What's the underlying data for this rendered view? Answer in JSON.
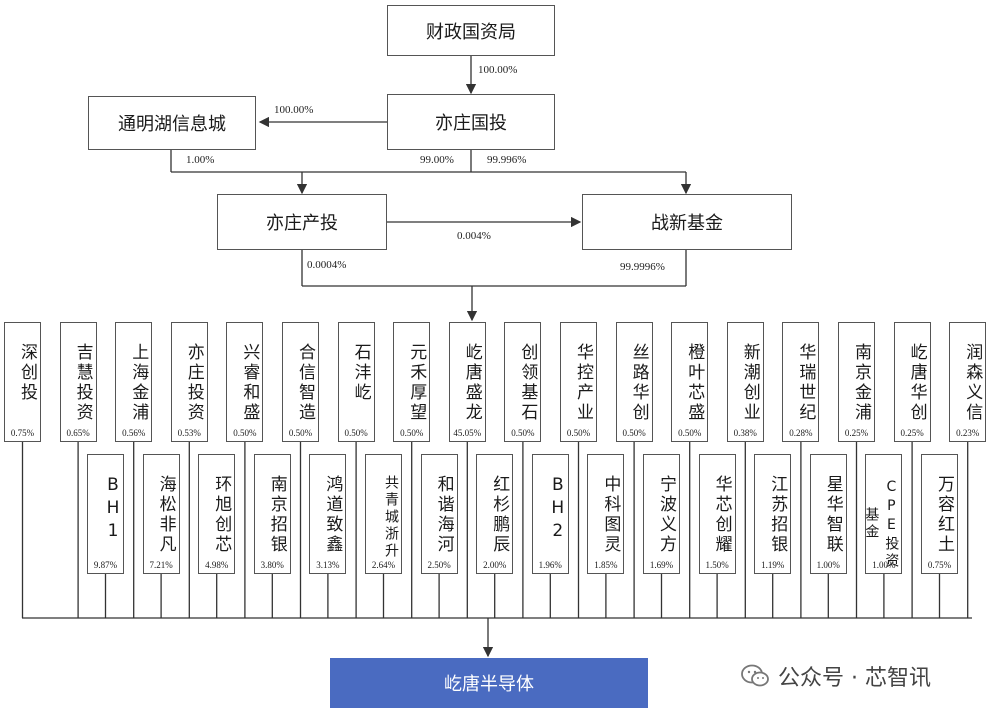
{
  "top": {
    "finance_bureau": "财政国资局",
    "yizhuang_guotou": "亦庄国投",
    "tongminghu": "通明湖信息城",
    "yizhuang_chantou": "亦庄产投",
    "zhanxin_fund": "战新基金"
  },
  "edge_labels": {
    "finance_to_guotou": "100.00%",
    "guotou_to_tongminghu": "100.00%",
    "tongminghu_share": "1.00%",
    "guotou_to_chantou": "99.00%",
    "guotou_to_zhanxin": "99.996%",
    "chantou_to_zhanxin": "0.004%",
    "chantou_share": "0.0004%",
    "zhanxin_share": "99.9996%"
  },
  "upper_row": [
    {
      "name": "深创投",
      "pct": "0.75%"
    },
    {
      "name": "吉慧投资",
      "pct": "0.65%"
    },
    {
      "name": "上海金浦",
      "pct": "0.56%"
    },
    {
      "name": "亦庄投资",
      "pct": "0.53%"
    },
    {
      "name": "兴睿和盛",
      "pct": "0.50%"
    },
    {
      "name": "合信智造",
      "pct": "0.50%"
    },
    {
      "name": "石沣屹",
      "pct": "0.50%"
    },
    {
      "name": "元禾厚望",
      "pct": "0.50%"
    },
    {
      "name": "屹唐盛龙",
      "pct": "45.05%"
    },
    {
      "name": "创领基石",
      "pct": "0.50%"
    },
    {
      "name": "华控产业",
      "pct": "0.50%"
    },
    {
      "name": "丝路华创",
      "pct": "0.50%"
    },
    {
      "name": "橙叶芯盛",
      "pct": "0.50%"
    },
    {
      "name": "新潮创业",
      "pct": "0.38%"
    },
    {
      "name": "华瑞世纪",
      "pct": "0.28%"
    },
    {
      "name": "南京金浦",
      "pct": "0.25%"
    },
    {
      "name": "屹唐华创",
      "pct": "0.25%"
    },
    {
      "name": "润森义信",
      "pct": "0.23%"
    }
  ],
  "lower_row": [
    {
      "name": "BH1",
      "pct": "9.87%"
    },
    {
      "name": "海松非凡",
      "pct": "7.21%"
    },
    {
      "name": "环旭创芯",
      "pct": "4.98%"
    },
    {
      "name": "南京招银",
      "pct": "3.80%"
    },
    {
      "name": "鸿道致鑫",
      "pct": "3.13%"
    },
    {
      "name": "共青城浙升",
      "pct": "2.64%"
    },
    {
      "name": "和谐海河",
      "pct": "2.50%"
    },
    {
      "name": "红杉鹏辰",
      "pct": "2.00%"
    },
    {
      "name": "BH2",
      "pct": "1.96%"
    },
    {
      "name": "中科图灵",
      "pct": "1.85%"
    },
    {
      "name": "宁波义方",
      "pct": "1.69%"
    },
    {
      "name": "华芯创耀",
      "pct": "1.50%"
    },
    {
      "name": "江苏招银",
      "pct": "1.19%"
    },
    {
      "name": "星华智联",
      "pct": "1.00%"
    },
    {
      "name": "CPE投资基金",
      "pct": "1.00%"
    },
    {
      "name": "万容红土",
      "pct": "0.75%"
    }
  ],
  "target": "屹唐半导体",
  "watermark": "公众号 · 芯智讯",
  "colors": {
    "target_fill": "#4a6bc1",
    "line": "#333333"
  }
}
